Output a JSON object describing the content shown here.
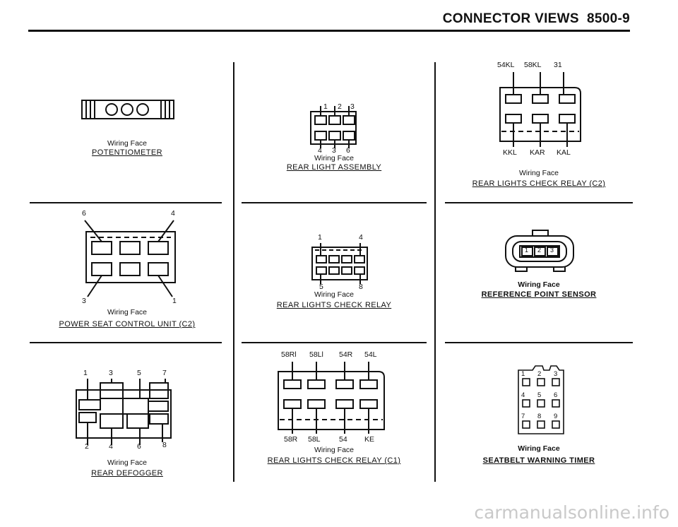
{
  "header": {
    "title": "CONNECTOR VIEWS",
    "page": "8500-9"
  },
  "panels": {
    "potentiometer": {
      "caption": "Wiring Face",
      "title": "POTENTIOMETER"
    },
    "rear_light_assembly": {
      "pins_top": [
        "1",
        "2",
        "3"
      ],
      "pins_bottom": [
        "4",
        "3",
        "6"
      ],
      "caption": "Wiring Face",
      "title": "REAR LIGHT ASSEMBLY"
    },
    "rlcr_c2": {
      "pins_top": [
        "54KL",
        "58KL",
        "31"
      ],
      "pins_bottom": [
        "KKL",
        "KAR",
        "KAL"
      ],
      "caption": "Wiring Face",
      "title": "REAR LIGHTS CHECK RELAY (C2)"
    },
    "power_seat": {
      "pins_top": [
        "6",
        "4"
      ],
      "pins_bottom": [
        "3",
        "1"
      ],
      "caption": "Wiring Face",
      "title": "POWER SEAT CONTROL UNIT (C2)"
    },
    "rlcr": {
      "pins_top": [
        "1",
        "4"
      ],
      "pins_bottom": [
        "5",
        "8"
      ],
      "caption": "Wiring Face",
      "title": "REAR LIGHTS CHECK RELAY"
    },
    "ref_sensor": {
      "pins": [
        "1",
        "2",
        "3"
      ],
      "caption": "Wiring Face",
      "title": "REFERENCE POINT SENSOR"
    },
    "rear_defogger": {
      "pins_top": [
        "1",
        "3",
        "5",
        "7"
      ],
      "pins_bottom": [
        "2",
        "4",
        "6",
        "8"
      ],
      "caption": "Wiring Face",
      "title": "REAR DEFOGGER"
    },
    "rlcr_c1": {
      "pins_top": [
        "58Rl",
        "58Ll",
        "54R",
        "54L"
      ],
      "pins_bottom": [
        "58R",
        "58L",
        "54",
        "KE"
      ],
      "caption": "Wiring Face",
      "title": "REAR LIGHTS CHECK RELAY (C1)"
    },
    "seatbelt": {
      "pins": [
        "1",
        "2",
        "3",
        "4",
        "5",
        "6",
        "7",
        "8",
        "9"
      ],
      "caption": "Wiring Face",
      "title": "SEATBELT WARNING TIMER"
    }
  },
  "watermark": "carmanualsonline.info"
}
